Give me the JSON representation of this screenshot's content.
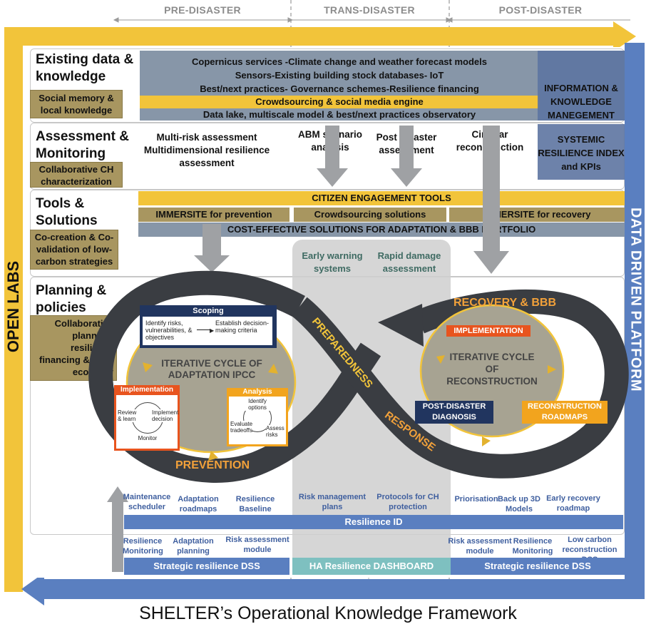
{
  "phases": {
    "pre": "PRE-DISASTER",
    "trans": "TRANS-DISASTER",
    "post": "POST-DISASTER"
  },
  "side": {
    "left": "OPEN LABS",
    "right": "DATA DRIVEN PLATFORM"
  },
  "rows": {
    "existing": {
      "title": "Existing data & knowledge",
      "side_box": "Social memory & local knowledge",
      "lines": [
        "Copernicus services -Climate change and weather forecast models",
        "Sensors-Existing  building stock databases- IoT",
        "Best/next practices- Governance schemes-Resilience financing"
      ],
      "crowdsourcing": "Crowdsourcing & social media engine",
      "datalake": "Data lake, multiscale model & best/next practices observatory",
      "info_box": "INFORMATION  & KNOWLEDGE MANEGEMENT"
    },
    "assessment": {
      "title": "Assessment & Monitoring",
      "side_box": "Collaborative CH characterization",
      "multi_risk": "Multi-risk assessment Multidimensional resilience assessment",
      "abm": "ABM scenario analysis",
      "post_disaster": "Post disaster assessment",
      "circular": "Circular reconstruction",
      "systemic": "SYSTEMIC RESILIENCE INDEX and KPIs"
    },
    "tools": {
      "title": "Tools & Solutions",
      "side_box": "Co-creation & Co-validation of low-carbon strategies",
      "citizen": "CITIZEN ENGAGEMENT TOOLS",
      "immersite_prev": "IMMERSITE for prevention",
      "crowd_solutions": "Crowdsourcing solutions",
      "immersite_rec": "IMMERSITE for recovery",
      "cost_effective": "COST-EFFECTIVE SOLUTIONS  FOR ADAPTATION & BBB PORTFOLIO",
      "early_warning": "Early warning systems",
      "rapid_damage": "Rapid damage assessment"
    },
    "planning": {
      "title": "Planning & policies",
      "side_box": "Collaborative planning, resilience financing & local economy"
    }
  },
  "cycle": {
    "scoping": "Scoping",
    "scoping_left": "Identify risks, vulnerabilities, & objectives",
    "scoping_right": "Establish decision-making criteria",
    "iterative_adapt": "ITERATIVE CYCLE OF ADAPTATION IPCC",
    "implementation_left": "Implementation",
    "impl_review": "Review & learn",
    "impl_implement": "Implement decision",
    "impl_monitor": "Monitor",
    "analysis": "Analysis",
    "analysis_identify": "Identify options",
    "analysis_evaluate": "Evaluate tradeoffs",
    "analysis_assess": "Assess risks",
    "prevention": "PREVENTION",
    "preparedness": "PREPAREDNESS",
    "response": "RESPONSE",
    "recovery": "RECOVERY & BBB",
    "implementation_right": "IMPLEMENTATION",
    "iterative_recon": "ITERATIVE CYCLE OF RECONSTRUCTION",
    "post_diag": "POST-DISASTER DIAGNOSIS",
    "recon_roadmaps": "RECONSTRUCTION ROADMAPS"
  },
  "bottom": {
    "maint": "Maintenance scheduler",
    "adapt_roadmaps": "Adaptation roadmaps",
    "res_baseline": "Resilience Baseline",
    "risk_plans": "Risk management plans",
    "protocols": "Protocols for CH protection",
    "prioris": "Priorisation",
    "backup": "Back up 3D Models",
    "early_rec": "Early recovery roadmap",
    "resilience_id": "Resilience ID",
    "res_mon_l": "Resilience Monitoring",
    "adapt_dss": "Adaptation planning DSS",
    "risk_module_l": "Risk assessment module",
    "risk_module_r": "Risk assessment module",
    "res_mon_r": "Resilience Monitoring",
    "low_carbon": "Low carbon reconstruction DSS",
    "strategic_l": "Strategic resilience DSS",
    "ha_dashboard": "HA Resilience DASHBOARD",
    "strategic_r": "Strategic resilience DSS"
  },
  "footer": "SHELTER’s Operational Knowledge Framework",
  "colors": {
    "yellow": "#f2c43a",
    "blue": "#5a7fc0",
    "grey": "#8796a8",
    "olive": "#a89660",
    "dark": "#3a3d42"
  }
}
